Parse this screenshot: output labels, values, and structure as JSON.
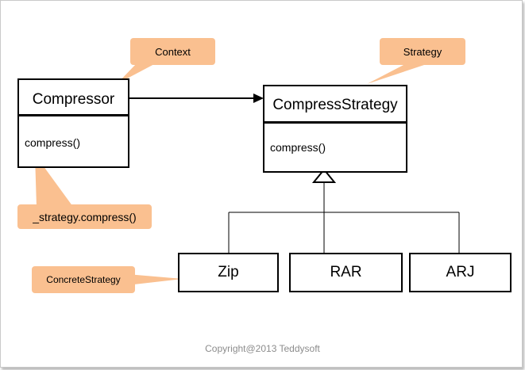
{
  "context_class": {
    "name": "Compressor",
    "method": "compress()"
  },
  "strategy_class": {
    "name": "CompressStrategy",
    "method": "compress()"
  },
  "concrete_classes": [
    "Zip",
    "RAR",
    "ARJ"
  ],
  "notes": {
    "context": "Context",
    "strategy": "Strategy",
    "call": "_strategy.compress()",
    "concrete": "ConcreteStrategy"
  },
  "copyright": "Copyright@2013  Teddysoft",
  "colors": {
    "note_fill": "#fac090",
    "line": "#000000"
  }
}
